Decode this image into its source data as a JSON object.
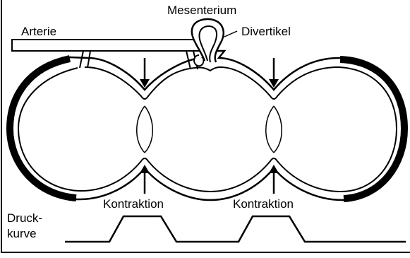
{
  "labels": {
    "mesenterium": "Mesenterium",
    "arterie": "Arterie",
    "divertikel": "Divertikel",
    "kontraktion_left": "Kontraktion",
    "kontraktion_right": "Kontraktion",
    "druckkurve_line1": "Druck-",
    "druckkurve_line2": "kurve"
  },
  "colors": {
    "ink": "#000000",
    "background": "#ffffff"
  }
}
